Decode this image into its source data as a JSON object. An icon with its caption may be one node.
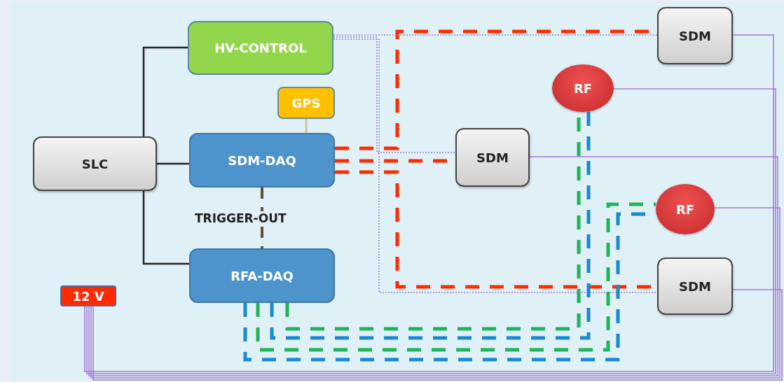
{
  "diagram": {
    "nodes": [
      {
        "text": [
          "HV-CONTROL"
        ]
      },
      {
        "text": [
          "GPS"
        ]
      },
      {
        "text": [
          "SLC"
        ]
      },
      {
        "text": [
          "SDM-DAQ"
        ]
      },
      {
        "text": [
          "RFA-DAQ"
        ]
      },
      {
        "text": [
          "12 V"
        ]
      },
      {
        "text": [
          "SDM"
        ]
      },
      {
        "text": [
          "RF"
        ]
      },
      {
        "text": [
          "SDM"
        ]
      },
      {
        "text": [
          "RF"
        ]
      },
      {
        "text": [
          "SDM"
        ]
      }
    ],
    "edges": [
      {
        "from": 2,
        "to": 0,
        "arrow": "none",
        "color": "#222222"
      },
      {
        "from": 2,
        "to": 3,
        "arrow": "none",
        "color": "#222222"
      },
      {
        "from": 2,
        "to": 4,
        "arrow": "none",
        "color": "#222222"
      },
      {
        "from": 1,
        "to": 3,
        "arrow": "none",
        "color": "#c9c59a"
      },
      {
        "from": 3,
        "to": 4,
        "arrow": "none",
        "label": "TRIGGER-OUT",
        "style": "dashed",
        "color": "#5e5030"
      },
      {
        "from": 3,
        "to": 6,
        "arrow": "none",
        "style": "dashed",
        "color": "#ff2a00"
      },
      {
        "from": 3,
        "to": 8,
        "arrow": "none",
        "style": "dashed",
        "color": "#ff2a00"
      },
      {
        "from": 3,
        "to": 10,
        "arrow": "none",
        "style": "dashed",
        "color": "#ff2a00"
      },
      {
        "from": 0,
        "to": 6,
        "arrow": "none",
        "style": "dashed",
        "color": "#9a84c8"
      },
      {
        "from": 0,
        "to": 8,
        "arrow": "none",
        "style": "dashed",
        "color": "#9a84c8"
      },
      {
        "from": 0,
        "to": 10,
        "arrow": "none",
        "style": "dashed",
        "color": "#9a84c8"
      },
      {
        "from": 4,
        "to": 7,
        "arrow": "none",
        "style": "dashed",
        "color": "#1fb45a"
      },
      {
        "from": 4,
        "to": 7,
        "arrow": "none",
        "style": "dashed",
        "color": "#1a8ad0"
      },
      {
        "from": 4,
        "to": 9,
        "arrow": "none",
        "style": "dashed",
        "color": "#1fb45a"
      },
      {
        "from": 4,
        "to": 9,
        "arrow": "none",
        "style": "dashed",
        "color": "#1a8ad0"
      },
      {
        "from": 5,
        "to": 6,
        "arrow": "none",
        "color": "#a77ad8"
      },
      {
        "from": 5,
        "to": 7,
        "arrow": "none",
        "color": "#a77ad8"
      },
      {
        "from": 5,
        "to": 8,
        "arrow": "none",
        "color": "#a77ad8"
      },
      {
        "from": 5,
        "to": 9,
        "arrow": "none",
        "color": "#a77ad8"
      },
      {
        "from": 5,
        "to": 10,
        "arrow": "none",
        "color": "#a77ad8"
      }
    ]
  }
}
